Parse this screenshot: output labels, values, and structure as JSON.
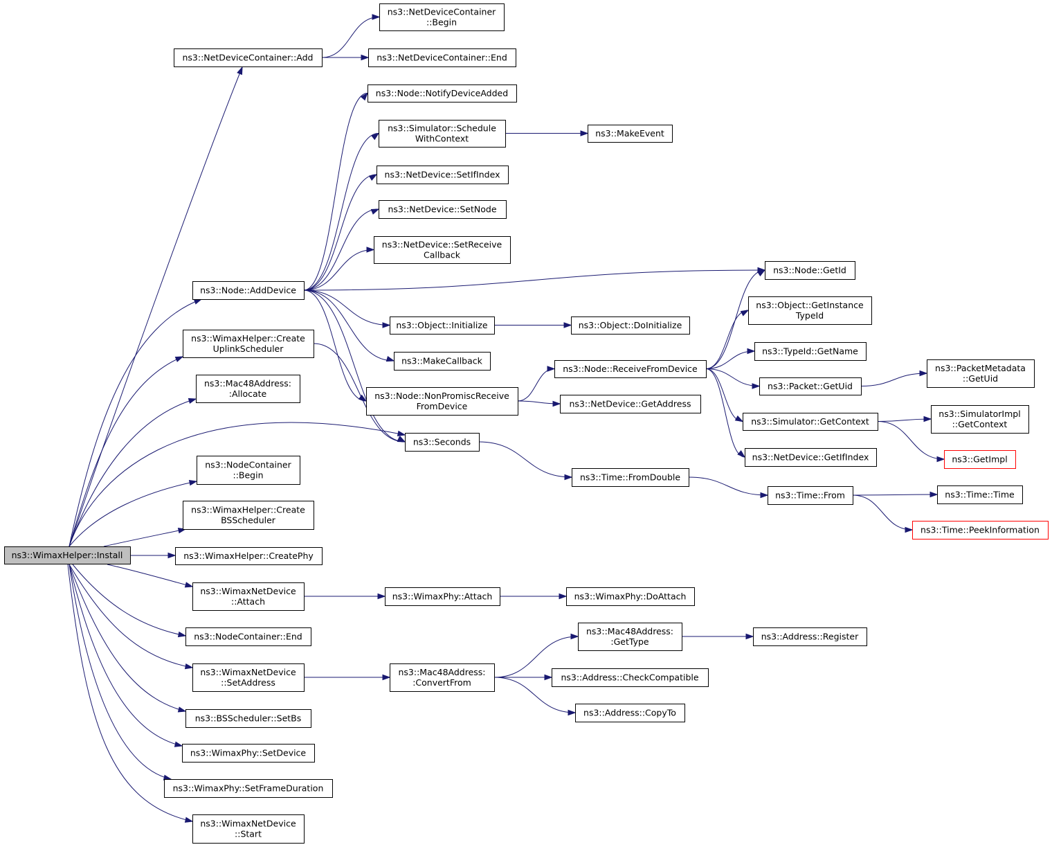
{
  "nodes": [
    {
      "id": "install",
      "lines": [
        "ns3::WimaxHelper::Install"
      ],
      "style": "root"
    },
    {
      "id": "ndc_add",
      "lines": [
        "ns3::NetDeviceContainer::Add"
      ]
    },
    {
      "id": "ndc_begin",
      "lines": [
        "ns3::NetDeviceContainer",
        "::Begin"
      ]
    },
    {
      "id": "ndc_end",
      "lines": [
        "ns3::NetDeviceContainer::End"
      ]
    },
    {
      "id": "node_notify",
      "lines": [
        "ns3::Node::NotifyDeviceAdded"
      ]
    },
    {
      "id": "sim_sched",
      "lines": [
        "ns3::Simulator::Schedule",
        "WithContext"
      ]
    },
    {
      "id": "makeevent",
      "lines": [
        "ns3::MakeEvent"
      ]
    },
    {
      "id": "nd_setifindex",
      "lines": [
        "ns3::NetDevice::SetIfIndex"
      ]
    },
    {
      "id": "nd_setnode",
      "lines": [
        "ns3::NetDevice::SetNode"
      ]
    },
    {
      "id": "nd_setrecv",
      "lines": [
        "ns3::NetDevice::SetReceive",
        "Callback"
      ]
    },
    {
      "id": "node_getid",
      "lines": [
        "ns3::Node::GetId"
      ]
    },
    {
      "id": "node_adddev",
      "lines": [
        "ns3::Node::AddDevice"
      ]
    },
    {
      "id": "obj_getinst",
      "lines": [
        "ns3::Object::GetInstance",
        "TypeId"
      ]
    },
    {
      "id": "obj_init",
      "lines": [
        "ns3::Object::Initialize"
      ]
    },
    {
      "id": "obj_doinit",
      "lines": [
        "ns3::Object::DoInitialize"
      ]
    },
    {
      "id": "wh_uplink",
      "lines": [
        "ns3::WimaxHelper::Create",
        "UplinkScheduler"
      ]
    },
    {
      "id": "typeid_getname",
      "lines": [
        "ns3::TypeId::GetName"
      ]
    },
    {
      "id": "makecallback",
      "lines": [
        "ns3::MakeCallback"
      ]
    },
    {
      "id": "node_recv",
      "lines": [
        "ns3::Node::ReceiveFromDevice"
      ]
    },
    {
      "id": "pm_getuid",
      "lines": [
        "ns3::PacketMetadata",
        "::GetUid"
      ]
    },
    {
      "id": "mac_alloc",
      "lines": [
        "ns3::Mac48Address:",
        ":Allocate"
      ]
    },
    {
      "id": "node_nonprom",
      "lines": [
        "ns3::Node::NonPromiscReceive",
        "FromDevice"
      ]
    },
    {
      "id": "packet_getuid",
      "lines": [
        "ns3::Packet::GetUid"
      ]
    },
    {
      "id": "nd_getaddr",
      "lines": [
        "ns3::NetDevice::GetAddress"
      ]
    },
    {
      "id": "sim_getctx",
      "lines": [
        "ns3::Simulator::GetContext"
      ]
    },
    {
      "id": "simimpl_getctx",
      "lines": [
        "ns3::SimulatorImpl",
        "::GetContext"
      ]
    },
    {
      "id": "seconds",
      "lines": [
        "ns3::Seconds"
      ]
    },
    {
      "id": "nd_getifindex",
      "lines": [
        "ns3::NetDevice::GetIfIndex"
      ]
    },
    {
      "id": "getimpl",
      "lines": [
        "ns3::GetImpl"
      ],
      "style": "trunc"
    },
    {
      "id": "nc_begin",
      "lines": [
        "ns3::NodeContainer",
        "::Begin"
      ]
    },
    {
      "id": "time_fromdouble",
      "lines": [
        "ns3::Time::FromDouble"
      ]
    },
    {
      "id": "time_from",
      "lines": [
        "ns3::Time::From"
      ]
    },
    {
      "id": "time_time",
      "lines": [
        "ns3::Time::Time"
      ]
    },
    {
      "id": "wh_bssched",
      "lines": [
        "ns3::WimaxHelper::Create",
        "BSScheduler"
      ]
    },
    {
      "id": "time_peek",
      "lines": [
        "ns3::Time::PeekInformation"
      ],
      "style": "trunc"
    },
    {
      "id": "wh_createphy",
      "lines": [
        "ns3::WimaxHelper::CreatePhy"
      ]
    },
    {
      "id": "wnd_attach",
      "lines": [
        "ns3::WimaxNetDevice",
        "::Attach"
      ]
    },
    {
      "id": "wphy_attach",
      "lines": [
        "ns3::WimaxPhy::Attach"
      ]
    },
    {
      "id": "wphy_doattach",
      "lines": [
        "ns3::WimaxPhy::DoAttach"
      ]
    },
    {
      "id": "mac_gettype",
      "lines": [
        "ns3::Mac48Address:",
        ":GetType"
      ]
    },
    {
      "id": "nc_end",
      "lines": [
        "ns3::NodeContainer::End"
      ]
    },
    {
      "id": "addr_register",
      "lines": [
        "ns3::Address::Register"
      ]
    },
    {
      "id": "wnd_setaddr",
      "lines": [
        "ns3::WimaxNetDevice",
        "::SetAddress"
      ]
    },
    {
      "id": "mac_convert",
      "lines": [
        "ns3::Mac48Address:",
        ":ConvertFrom"
      ]
    },
    {
      "id": "addr_checkcompat",
      "lines": [
        "ns3::Address::CheckCompatible"
      ]
    },
    {
      "id": "addr_copyto",
      "lines": [
        "ns3::Address::CopyTo"
      ]
    },
    {
      "id": "bss_setbs",
      "lines": [
        "ns3::BSScheduler::SetBs"
      ]
    },
    {
      "id": "wphy_setdevice",
      "lines": [
        "ns3::WimaxPhy::SetDevice"
      ]
    },
    {
      "id": "wphy_setframe",
      "lines": [
        "ns3::WimaxPhy::SetFrameDuration"
      ]
    },
    {
      "id": "wnd_start",
      "lines": [
        "ns3::WimaxNetDevice",
        "::Start"
      ]
    }
  ],
  "edges": [
    [
      "install",
      "ndc_add"
    ],
    [
      "install",
      "node_adddev"
    ],
    [
      "install",
      "wh_uplink"
    ],
    [
      "install",
      "mac_alloc"
    ],
    [
      "install",
      "seconds"
    ],
    [
      "install",
      "nc_begin"
    ],
    [
      "install",
      "wh_bssched"
    ],
    [
      "install",
      "wh_createphy"
    ],
    [
      "install",
      "wnd_attach"
    ],
    [
      "install",
      "nc_end"
    ],
    [
      "install",
      "wnd_setaddr"
    ],
    [
      "install",
      "bss_setbs"
    ],
    [
      "install",
      "wphy_setdevice"
    ],
    [
      "install",
      "wphy_setframe"
    ],
    [
      "install",
      "wnd_start"
    ],
    [
      "ndc_add",
      "ndc_begin"
    ],
    [
      "ndc_add",
      "ndc_end"
    ],
    [
      "node_adddev",
      "node_notify"
    ],
    [
      "node_adddev",
      "sim_sched"
    ],
    [
      "node_adddev",
      "nd_setifindex"
    ],
    [
      "node_adddev",
      "nd_setnode"
    ],
    [
      "node_adddev",
      "nd_setrecv"
    ],
    [
      "node_adddev",
      "node_getid"
    ],
    [
      "node_adddev",
      "obj_init"
    ],
    [
      "node_adddev",
      "makecallback"
    ],
    [
      "node_adddev",
      "node_nonprom"
    ],
    [
      "node_adddev",
      "seconds"
    ],
    [
      "sim_sched",
      "makeevent"
    ],
    [
      "obj_init",
      "obj_doinit"
    ],
    [
      "wh_uplink",
      "seconds"
    ],
    [
      "node_nonprom",
      "node_recv"
    ],
    [
      "node_nonprom",
      "nd_getaddr"
    ],
    [
      "node_recv",
      "node_getid"
    ],
    [
      "node_recv",
      "obj_getinst"
    ],
    [
      "node_recv",
      "typeid_getname"
    ],
    [
      "node_recv",
      "packet_getuid"
    ],
    [
      "node_recv",
      "sim_getctx"
    ],
    [
      "node_recv",
      "nd_getifindex"
    ],
    [
      "packet_getuid",
      "pm_getuid"
    ],
    [
      "sim_getctx",
      "simimpl_getctx"
    ],
    [
      "sim_getctx",
      "getimpl"
    ],
    [
      "seconds",
      "time_fromdouble"
    ],
    [
      "time_fromdouble",
      "time_from"
    ],
    [
      "time_from",
      "time_time"
    ],
    [
      "time_from",
      "time_peek"
    ],
    [
      "wnd_attach",
      "wphy_attach"
    ],
    [
      "wphy_attach",
      "wphy_doattach"
    ],
    [
      "wnd_setaddr",
      "mac_convert"
    ],
    [
      "mac_convert",
      "mac_gettype"
    ],
    [
      "mac_convert",
      "addr_checkcompat"
    ],
    [
      "mac_convert",
      "addr_copyto"
    ],
    [
      "mac_gettype",
      "addr_register"
    ]
  ],
  "colors": {
    "edge": "#191970",
    "root_fill": "#bfbfbf",
    "truncated_border": "#ff0000"
  }
}
